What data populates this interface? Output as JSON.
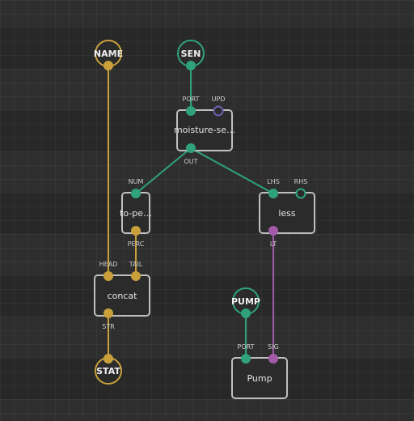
{
  "colors": {
    "background": "#2e2e2e",
    "string_link": "#c9a03c",
    "number_link": "#2fa27c",
    "pulse_pin": "#6b5fb0",
    "boolean_link": "#a35aa8"
  },
  "terminals": {
    "name": "NAME",
    "sen": "SEN",
    "pump": "PUMP",
    "stat": "STAT"
  },
  "nodes": {
    "moisture": {
      "label": "moisture-se…",
      "pin_port": "PORT",
      "pin_upd": "UPD",
      "pin_out": "OUT"
    },
    "to_percent": {
      "label": "to-pe…",
      "pin_num": "NUM",
      "pin_perc": "PERC"
    },
    "less": {
      "label": "less",
      "pin_lhs": "LHS",
      "pin_rhs": "RHS",
      "pin_lt": "LT"
    },
    "concat": {
      "label": "concat",
      "pin_head": "HEAD",
      "pin_tail": "TAIL",
      "pin_str": "STR"
    },
    "pump": {
      "label": "Pump",
      "pin_port": "PORT",
      "pin_sig": "SIG"
    }
  }
}
